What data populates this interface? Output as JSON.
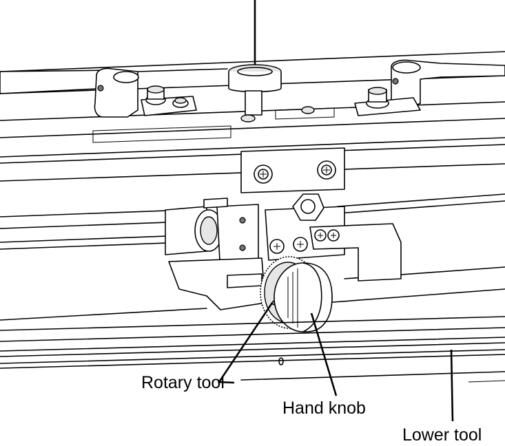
{
  "labels": {
    "rotary_tool": "Rotary tool",
    "hand_knob": "Hand knob",
    "lower_tool": "Lower tool"
  },
  "colors": {
    "line": "#000000",
    "background": "#ffffff",
    "shade": "#e6e6e6"
  }
}
